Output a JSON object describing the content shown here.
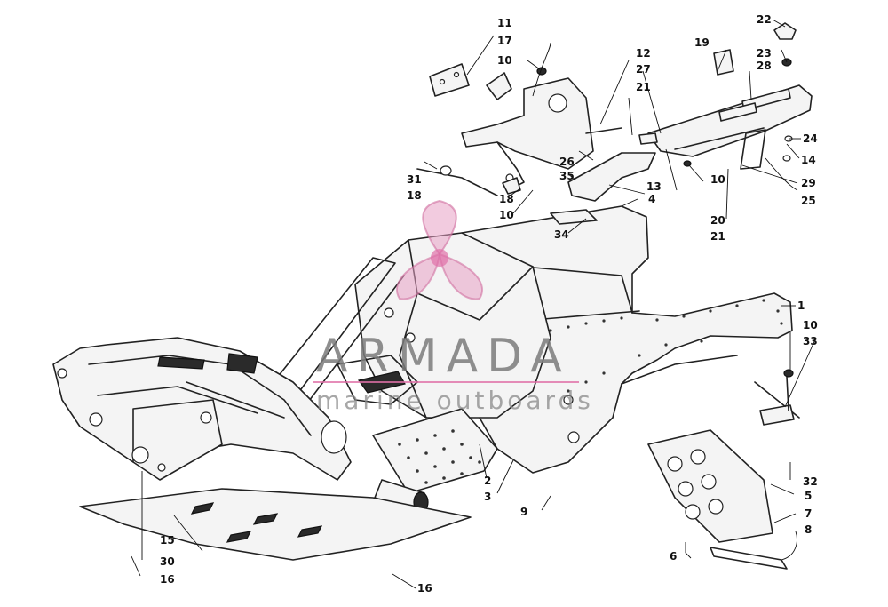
{
  "watermark": {
    "brand": "ARMADA",
    "tagline": "marine outboards",
    "logo_icon": "propeller-logo-icon",
    "logo_color": "#e8a0c4"
  },
  "callouts": {
    "c1": "1",
    "c2": "2",
    "c3": "3",
    "c4": "4",
    "c5": "5",
    "c6": "6",
    "c7": "7",
    "c8": "8",
    "c9": "9",
    "c10a": "10",
    "c10b": "10",
    "c10c": "10",
    "c10d": "10",
    "c11": "11",
    "c12": "12",
    "c13": "13",
    "c14": "14",
    "c15": "15",
    "c16a": "16",
    "c16b": "16",
    "c17": "17",
    "c18a": "18",
    "c18b": "18",
    "c19": "19",
    "c20": "20",
    "c21a": "21",
    "c21b": "21",
    "c22": "22",
    "c23": "23",
    "c24": "24",
    "c25": "25",
    "c26": "26",
    "c27": "27",
    "c28": "28",
    "c29": "29",
    "c30": "30",
    "c31": "31",
    "c32": "32",
    "c33": "33",
    "c34": "34",
    "c35": "35"
  }
}
